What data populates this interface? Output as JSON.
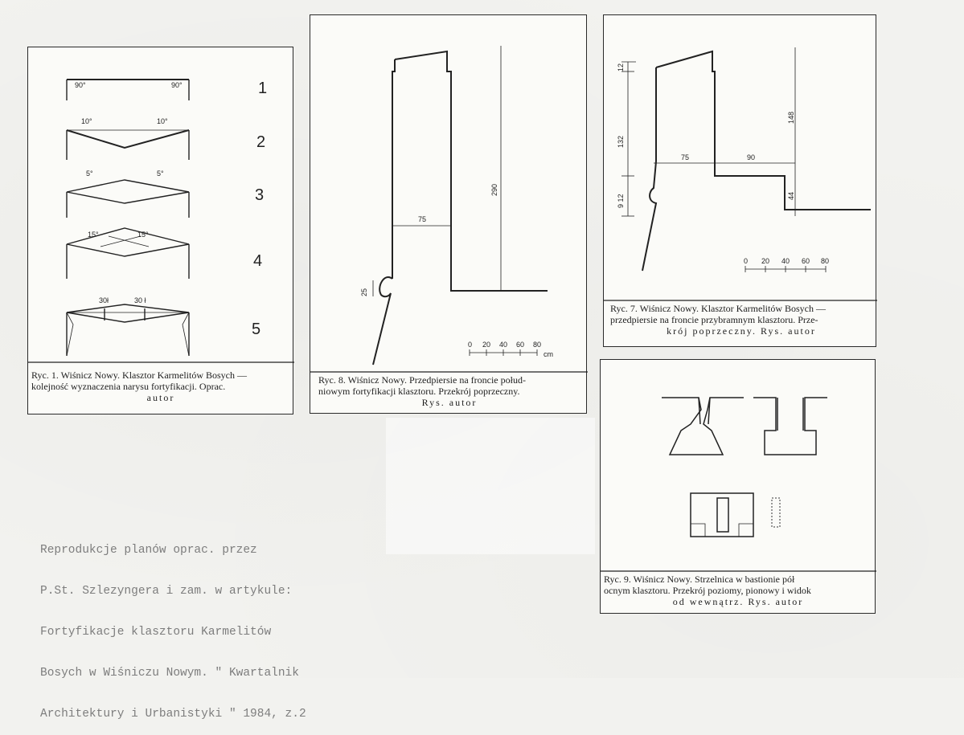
{
  "fig1": {
    "caption_lines": [
      "Ryc. 1. Wiśnicz Nowy. Klasztor Karmelitów Bosych —",
      "kolejność wyznaczenia narysu fortyfikacji. Oprac."
    ],
    "caption_last": "autor",
    "row_numbers": [
      "1",
      "2",
      "3",
      "4",
      "5"
    ],
    "angles": {
      "r1a": "90°",
      "r1b": "90°",
      "r2a": "10°",
      "r2b": "10°",
      "r3a": "5°",
      "r3b": "5°",
      "r4a": "15°",
      "r4b": "15°",
      "r5a": "30ł",
      "r5b": "30 ł"
    }
  },
  "fig8": {
    "caption_lines": [
      "Ryc. 8. Wiśnicz Nowy. Przedpiersie na froncie połud-",
      "niowym fortyfikacji klasztoru. Przekrój poprzeczny."
    ],
    "caption_last": "Rys. autor",
    "dims": {
      "height": "290",
      "width": "75",
      "bump": "25"
    },
    "scale_ticks": [
      "0",
      "20",
      "40",
      "60",
      "80"
    ],
    "scale_unit": "cm"
  },
  "fig7": {
    "caption_lines": [
      "Ryc. 7. Wiśnicz Nowy. Klasztor Karmelitów Bosych —",
      "przedpiersie na froncie przybramnym klasztoru. Prze-"
    ],
    "caption_last": "krój poprzeczny. Rys. autor",
    "dims": {
      "top": "12",
      "mid": "132",
      "low": "9 12",
      "right_h": "148",
      "right_low": "44",
      "w1": "75",
      "w2": "90"
    },
    "scale_ticks": [
      "0",
      "20",
      "40",
      "60",
      "80"
    ]
  },
  "fig9": {
    "caption_lines": [
      "Ryc. 9. Wiśnicz Nowy. Strzelnica w bastionie pół",
      "ocnym klasztoru. Przekrój poziomy, pionowy i widok"
    ],
    "caption_last": "od wewnątrz. Rys. autor"
  },
  "typed_note": {
    "lines": [
      "Reprodukcje planów oprac. przez",
      "P.St. Szlezyngera i zam. w artykule:",
      "Fortyfikacje klasztoru Karmelitów",
      "Bosych w Wiśniczu Nowym. \" Kwartalnik",
      "Architektury i Urbanistyki \" 1984, z.2"
    ]
  }
}
